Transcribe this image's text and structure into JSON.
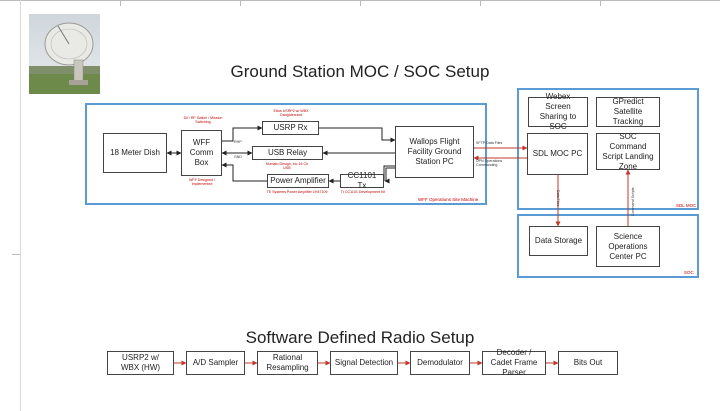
{
  "titles": {
    "main": "Ground Station MOC / SOC Setup",
    "sdr": "Software Defined Radio Setup"
  },
  "photo": {
    "icon": "satellite-dish-photo"
  },
  "wff": {
    "frame_label": "WFF Operations Site Machine",
    "dish": "18 Meter Dish",
    "comm_box": "WFF Comm Box",
    "usrp_rx": "USRP Rx",
    "usb_relay": "USB Relay",
    "power_amp": "Power Amplifier",
    "cc1101": "CC1101 Tx",
    "wallops_pc": "Wallops Flight Facility Ground Station PC",
    "notes": {
      "rf_switch": "Dil / RF Switch / Mission Switching",
      "wff_designed": "WFF Designed / Implemented",
      "usrp_note": "Ettus USRP2 w/ WBX Daughtercard",
      "relay_note": "Numato Design, Inc 16 Ch USB",
      "amp_note": "TE Systems Power Amplifier 1H47109",
      "cc_note": "TI CC1101 Development Kit",
      "rhp": "RHP",
      "gnd": "GND"
    }
  },
  "link_labels": {
    "rf_data": "SFTP Data Files",
    "cmds": "UPN Operations Commanding",
    "data_files": "Data Files",
    "cmd_scripts": "Command Scripts"
  },
  "sdl": {
    "frame_label": "SDL MOC",
    "webex": "Webex Screen Sharing to SOC",
    "gpredict": "GPredict Satellite Tracking",
    "moc_pc": "SDL MOC PC",
    "landing": "SOC Command Script Landing Zone"
  },
  "soc": {
    "frame_label": "SOC",
    "storage": "Data Storage",
    "soc_pc": "Science Operations Center PC"
  },
  "sdr_chain": [
    {
      "name": "usrp2-box",
      "label": "USRP2 w/ WBX (HW)"
    },
    {
      "name": "ad-sampler-box",
      "label": "A/D Sampler"
    },
    {
      "name": "rational-resampling-box",
      "label": "Rational Resampling"
    },
    {
      "name": "signal-detection-box",
      "label": "Signal Detection"
    },
    {
      "name": "demodulator-box",
      "label": "Demodulator"
    },
    {
      "name": "frame-parser-box",
      "label": "Decoder / Cadet Frame Parser"
    },
    {
      "name": "bits-out-box",
      "label": "Bits Out"
    }
  ]
}
